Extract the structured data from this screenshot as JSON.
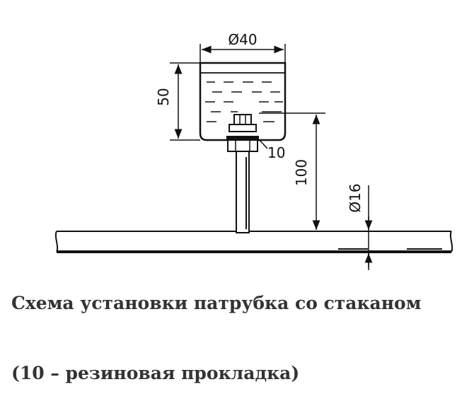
{
  "drawing": {
    "dimensions": {
      "cup_diameter": "Ø40",
      "cup_height": "50",
      "total_height": "100",
      "pipe_diameter": "Ø16"
    },
    "callouts": {
      "gasket_number": "10"
    }
  },
  "caption": {
    "line1": "Схема установки патрубка со стаканом",
    "line2": "(10 – резиновая прокладка)"
  }
}
